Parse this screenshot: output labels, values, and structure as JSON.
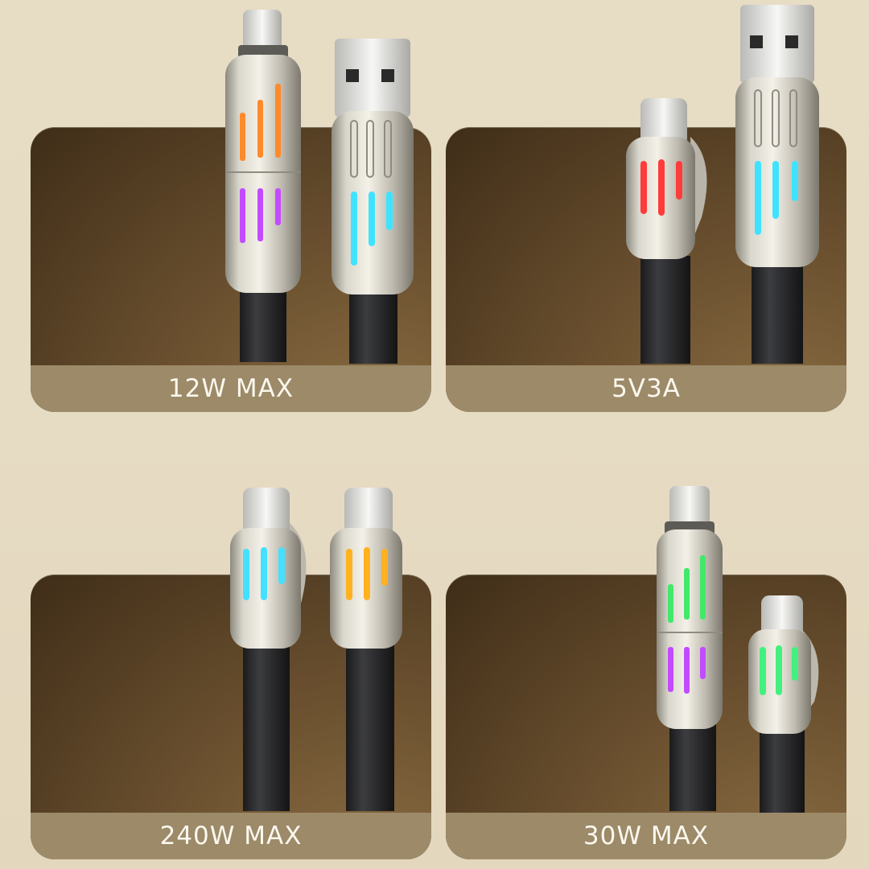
{
  "panels": [
    {
      "label": "12W MAX",
      "connectors": [
        {
          "type": "lightning",
          "light_colors": [
            "#ff8a2a",
            "#c34bff"
          ]
        },
        {
          "type": "usb-a",
          "light_colors": [
            "#3fe3ff"
          ]
        }
      ]
    },
    {
      "label": "5V3A",
      "connectors": [
        {
          "type": "usb-c",
          "light_colors": [
            "#ff3b3b"
          ]
        },
        {
          "type": "usb-a",
          "light_colors": [
            "#3fe3ff"
          ]
        }
      ]
    },
    {
      "label": "240W MAX",
      "connectors": [
        {
          "type": "usb-c",
          "light_colors": [
            "#44e0ff"
          ]
        },
        {
          "type": "usb-c",
          "light_colors": [
            "#ffb21e"
          ]
        }
      ]
    },
    {
      "label": "30W MAX",
      "connectors": [
        {
          "type": "lightning",
          "light_colors": [
            "#42e86a",
            "#c34bff"
          ]
        },
        {
          "type": "usb-c",
          "light_colors": [
            "#42f07e"
          ]
        }
      ]
    }
  ]
}
